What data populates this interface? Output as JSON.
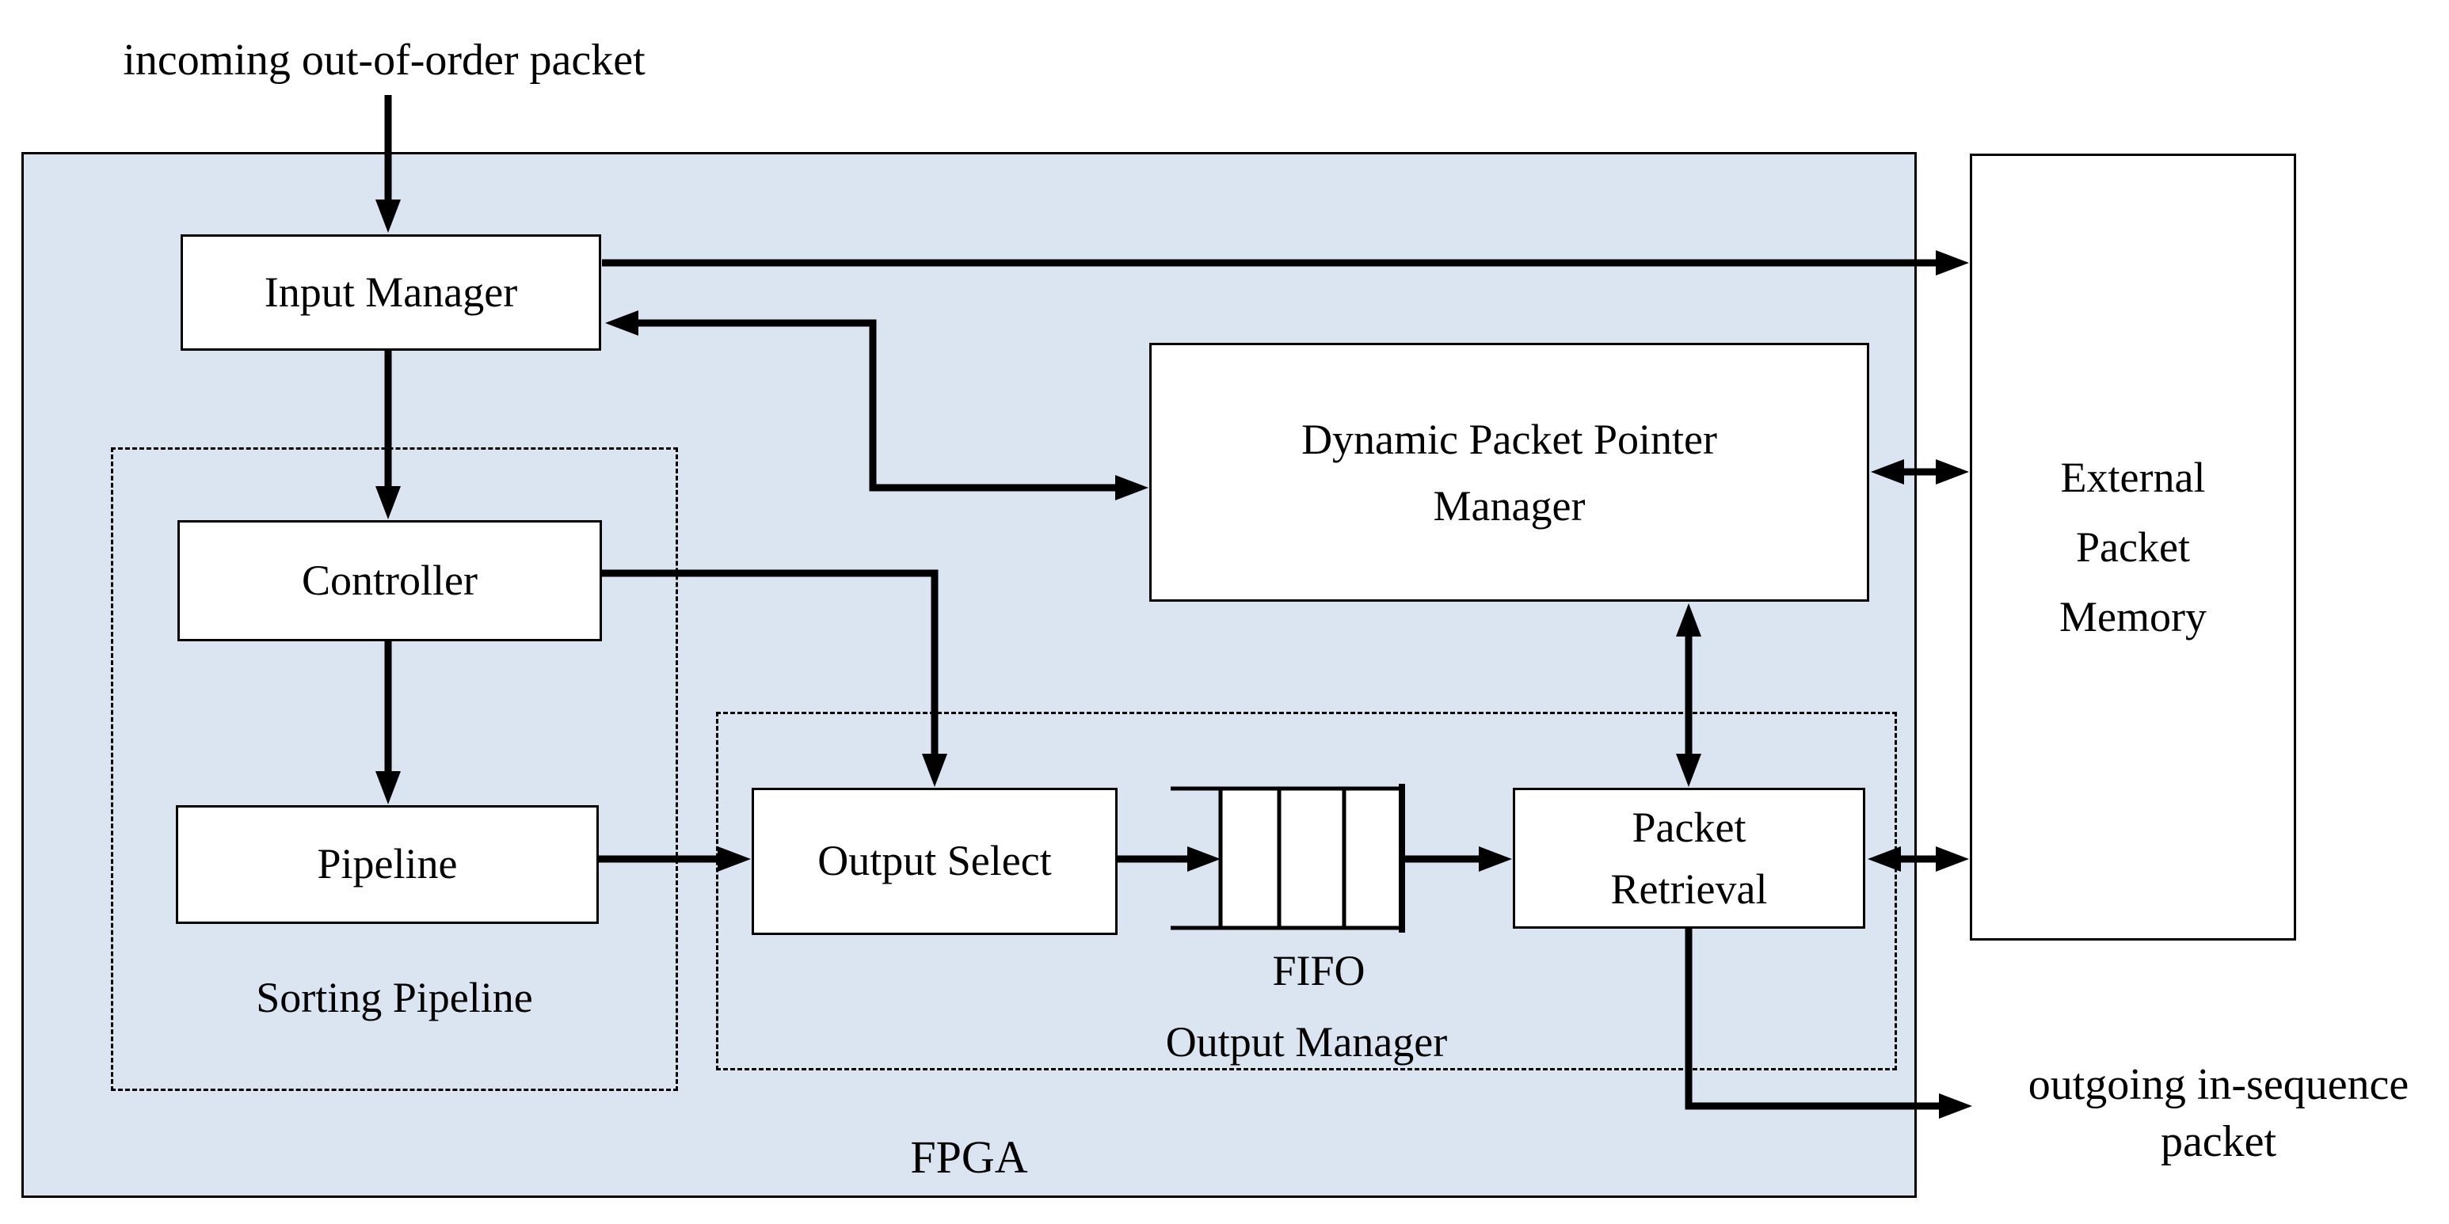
{
  "labels": {
    "incoming": "incoming out-of-order packet",
    "outgoing": "outgoing in-sequence\npacket",
    "fpga": "FPGA",
    "sorting_pipeline_group": "Sorting Pipeline",
    "output_manager_group": "Output Manager",
    "fifo": "FIFO"
  },
  "nodes": {
    "input_manager": {
      "label": "Input Manager"
    },
    "controller": {
      "label": "Controller"
    },
    "pipeline": {
      "label": "Pipeline"
    },
    "dynamic_packet_pointer_manager": {
      "label": "Dynamic Packet Pointer\nManager"
    },
    "output_select": {
      "label": "Output Select"
    },
    "packet_retrieval": {
      "label": "Packet\nRetrieval"
    },
    "external_packet_memory": {
      "label": "External\nPacket\nMemory"
    }
  },
  "connections": [
    {
      "from": "incoming out-of-order packet",
      "to": "Input Manager",
      "direction": "one-way"
    },
    {
      "from": "Input Manager",
      "to": "External Packet Memory",
      "direction": "one-way"
    },
    {
      "from": "Input Manager",
      "to": "Dynamic Packet Pointer Manager",
      "direction": "two-way"
    },
    {
      "from": "Input Manager",
      "to": "Controller",
      "direction": "one-way"
    },
    {
      "from": "Controller",
      "to": "Pipeline",
      "direction": "one-way"
    },
    {
      "from": "Controller",
      "to": "Output Select",
      "direction": "one-way"
    },
    {
      "from": "Pipeline",
      "to": "Output Select",
      "direction": "one-way"
    },
    {
      "from": "Output Select",
      "to": "FIFO",
      "direction": "one-way"
    },
    {
      "from": "FIFO",
      "to": "Packet Retrieval",
      "direction": "one-way"
    },
    {
      "from": "Dynamic Packet Pointer Manager",
      "to": "Packet Retrieval",
      "direction": "two-way"
    },
    {
      "from": "Dynamic Packet Pointer Manager",
      "to": "External Packet Memory",
      "direction": "two-way"
    },
    {
      "from": "Packet Retrieval",
      "to": "External Packet Memory",
      "direction": "two-way"
    },
    {
      "from": "Packet Retrieval",
      "to": "outgoing in-sequence packet",
      "direction": "one-way"
    }
  ],
  "colors": {
    "fpga_fill": "#dbe5f1",
    "box_fill": "#ffffff",
    "line": "#000000"
  }
}
